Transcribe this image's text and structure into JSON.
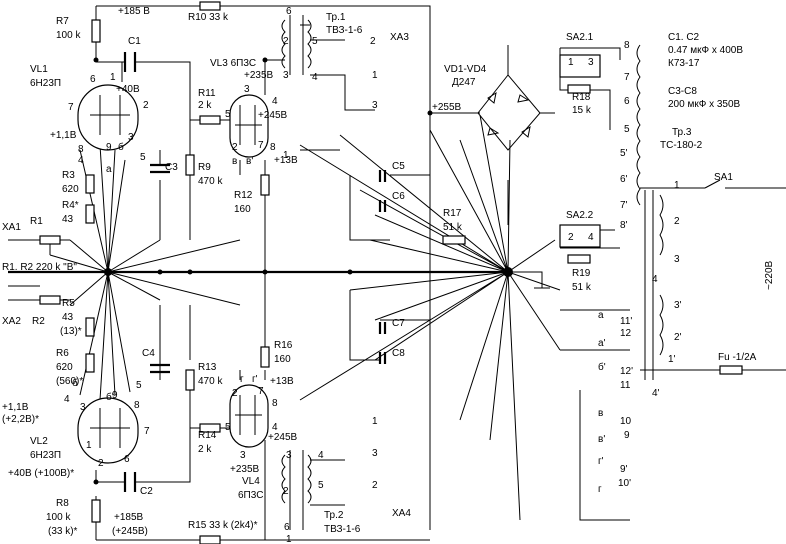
{
  "labels": {
    "r7": "R7",
    "r7_val": "100 k",
    "vl1": "VL1",
    "vl1_type": "6Н23П",
    "c1": "C1",
    "plus_40v": "+40В",
    "plus_185v_top": "+185 В",
    "r10": "R10 33 k",
    "vl3": "VL3 6П3С",
    "plus_235v_top": "+235В",
    "r11": "R11",
    "r11_val": "2 k",
    "plus_245v_top": "+245В",
    "r9": "R9",
    "r9_val": "470 k",
    "c3": "C3",
    "plus_13v_top": "+13В",
    "r12": "R12",
    "r12_val": "160",
    "tr1": "Тр.1",
    "tr1_type": "ТВЗ-1-6",
    "xa3": "ХА3",
    "vd": "VD1-VD4",
    "vd_type": "Д247",
    "plus_255v": "+255В",
    "c5": "C5",
    "c6": "C6",
    "r17": "R17",
    "r17_val": "51 k",
    "sa21": "SA2.1",
    "r18": "R18",
    "r18_val": "15 k",
    "sa22": "SA2.2",
    "r19": "R19",
    "r19_val": "51 k",
    "c12_note": "C1. C2",
    "c12_spec": "0.47 мкФ х 400В",
    "c12_type": "К73-17",
    "c38_note": "C3-C8",
    "c38_spec": "200 мкФ х 350В",
    "tr3": "Тр.3",
    "tr3_type": "ТС-180-2",
    "sa1": "SA1",
    "mains": "~220В",
    "fuse": "Fu -1/2A",
    "plus_11v_top": "+1,1В",
    "r3": "R3",
    "r3_val": "620",
    "r4": "R4*",
    "r4_val": "43",
    "xa1": "ХА1",
    "r1": "R1",
    "r1r2": "R1. R2 220 k \"В\"",
    "xa2": "ХА2",
    "r2": "R2",
    "r5": "R5",
    "r5_val": "43",
    "r5_alt": "(13)*",
    "r6": "R6",
    "r6_val": "620",
    "r6_alt": "(560)*",
    "plus_11v_bot": "+1,1В",
    "plus_22v_bot": "(+2,2В)*",
    "vl2": "VL2",
    "vl2_type": "6Н23П",
    "plus_40v_bot": "+40В (+100В)*",
    "c2": "C2",
    "c4": "C4",
    "c7": "C7",
    "c8": "C8",
    "r8": "R8",
    "r8_val": "100 k",
    "r8_alt": "(33 k)*",
    "plus_185v_bot": "+185В",
    "plus_245v_bot_paren": "(+245В)",
    "r13": "R13",
    "r13_val": "470 k",
    "r14": "R14",
    "r14_val": "2 k",
    "r15": "R15 33 k (2k4)*",
    "r16": "R16",
    "r16_val": "160",
    "plus_13v_bot": "+13В",
    "plus_245v_bot": "+245В",
    "plus_235v_bot": "+235В",
    "vl4": "VL4",
    "vl4_type": "6П3С",
    "tr2": "Тр.2",
    "tr2_type": "ТВЗ-1-6",
    "xa4": "ХА4"
  },
  "pins": {
    "vl1_6": "6",
    "vl1_1": "1",
    "vl1_2": "2",
    "vl1_7": "7",
    "vl1_3": "3",
    "vl1_8": "8",
    "vl1_9": "9",
    "vl1_4": "4",
    "vl1_5": "5",
    "vl1_a": "а",
    "vl1_b": "б",
    "vl3_3": "3",
    "vl3_4": "4",
    "vl3_5": "5",
    "vl3_2": "2",
    "vl3_7": "7",
    "vl3_8": "8",
    "vl3_v1": "в",
    "vl3_v2": "в'",
    "tr1_6": "6",
    "tr1_2": "2",
    "tr1_3": "3",
    "tr1_5": "5",
    "tr1_4": "4",
    "tr1_1": "1",
    "xa3_2": "2",
    "xa3_1": "1",
    "xa3_3": "3",
    "sa21_1": "1",
    "sa21_3": "3",
    "sa22_2": "2",
    "sa22_4": "4",
    "tr3_8": "8",
    "tr3_7": "7",
    "tr3_6": "6",
    "tr3_5": "5",
    "tr3_5p": "5'",
    "tr3_6p": "6'",
    "tr3_7p": "7'",
    "tr3_8p": "8'",
    "tr3_1": "1",
    "tr3_2": "2",
    "tr3_3": "3",
    "tr3_4": "4",
    "tr3_3p": "3'",
    "tr3_2p": "2'",
    "tr3_1p": "1'",
    "tr3_4p": "4'",
    "h_a": "а",
    "h_11p": "11'",
    "h_12": "12",
    "h_ap": "а'",
    "h_b": "б'",
    "h_12p": "12'",
    "h_11": "11",
    "h_v": "в",
    "h_10": "10",
    "h_9": "9",
    "h_vp": "в'",
    "h_gp": "г'",
    "h_9p": "9'",
    "h_10p": "10'",
    "h_g": "г",
    "vl2_6": "б",
    "vl2_5": "5",
    "vl2_4": "4",
    "vl2_5p": "б'",
    "vl2_3": "3",
    "vl2_9": "9",
    "vl2_8": "8",
    "vl2_1": "1",
    "vl2_7": "7",
    "vl2_2": "2",
    "vl2_6b": "6",
    "vl4_g1": "г",
    "vl4_g2": "г'",
    "vl4_2": "2",
    "vl4_7": "7",
    "vl4_8": "8",
    "vl4_5": "5",
    "vl4_4": "4",
    "vl4_3": "3",
    "tr2_3": "3",
    "tr2_2": "2",
    "tr2_6": "6",
    "tr2_1": "1",
    "tr2_4": "4",
    "tr2_5": "5",
    "xa4_1": "1",
    "xa4_3": "3",
    "xa4_2": "2"
  }
}
